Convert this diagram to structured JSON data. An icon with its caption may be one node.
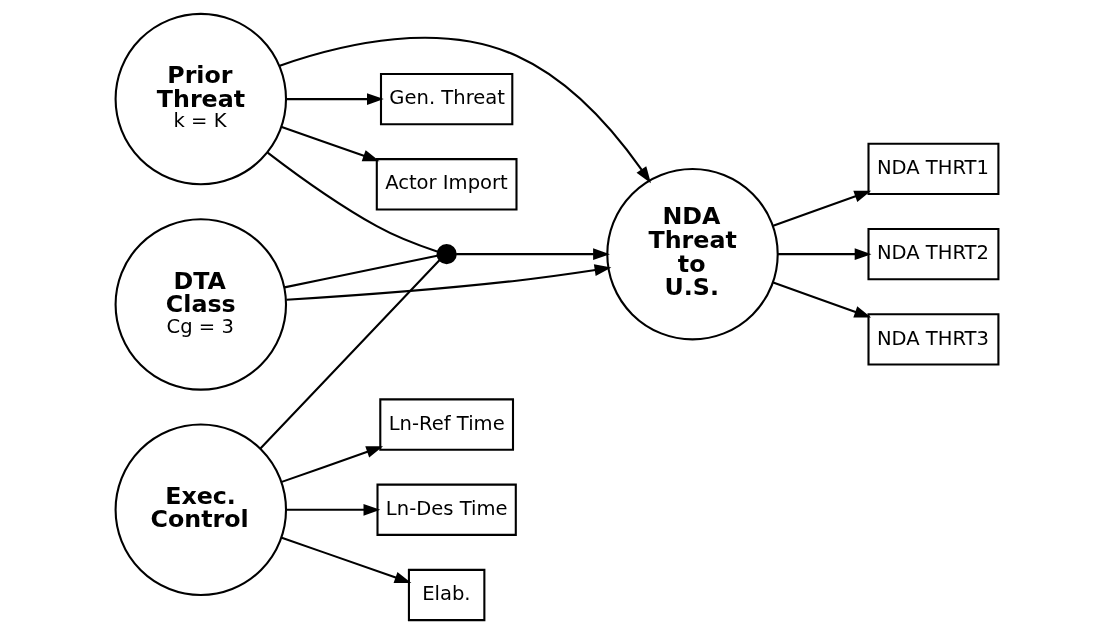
{
  "diagram": {
    "nodes": [
      {
        "text": [
          "Gen. Threat"
        ]
      },
      {
        "text": [
          "Actor Import"
        ]
      },
      {
        "text": [
          "DTA Class",
          "Cg = 3"
        ]
      },
      {
        "text": [
          "Prior Threat",
          "k = K"
        ]
      },
      {
        "text": [
          "Ln-Ref Time"
        ]
      },
      {
        "text": [
          "NDA THRT1"
        ]
      },
      {
        "text": [
          "Ln-Des Time"
        ]
      },
      {
        "text": [
          "NDA THRT2"
        ]
      },
      {
        "text": [
          "Exec. Control"
        ]
      },
      {
        "text": [],
        "shape": "circle"
      },
      {
        "text": [
          "NDA Threat to U.S."
        ]
      },
      {
        "text": [
          "Elab."
        ]
      },
      {
        "text": [
          "NDA THRT3"
        ]
      }
    ],
    "edges": [
      {
        "from": 3,
        "to": 0,
        "arrow": "to"
      },
      {
        "from": 3,
        "to": 1,
        "arrow": "to"
      },
      {
        "from": 8,
        "to": 4,
        "arrow": "to"
      },
      {
        "from": 8,
        "to": 6,
        "arrow": "to"
      },
      {
        "from": 8,
        "to": 11,
        "arrow": "to"
      },
      {
        "from": 10,
        "to": 5,
        "arrow": "to"
      },
      {
        "from": 10,
        "to": 7,
        "arrow": "to"
      },
      {
        "from": 10,
        "to": 12,
        "arrow": "to"
      },
      {
        "from": 2,
        "to": 9,
        "arrow": "none"
      },
      {
        "from": 2,
        "to": 10,
        "arrow": "to"
      },
      {
        "from": 3,
        "to": 9,
        "arrow": "none"
      },
      {
        "from": 3,
        "to": 10,
        "arrow": "to"
      },
      {
        "from": 8,
        "to": 9,
        "arrow": "none"
      },
      {
        "from": 9,
        "to": 10,
        "arrow": "to"
      }
    ]
  }
}
